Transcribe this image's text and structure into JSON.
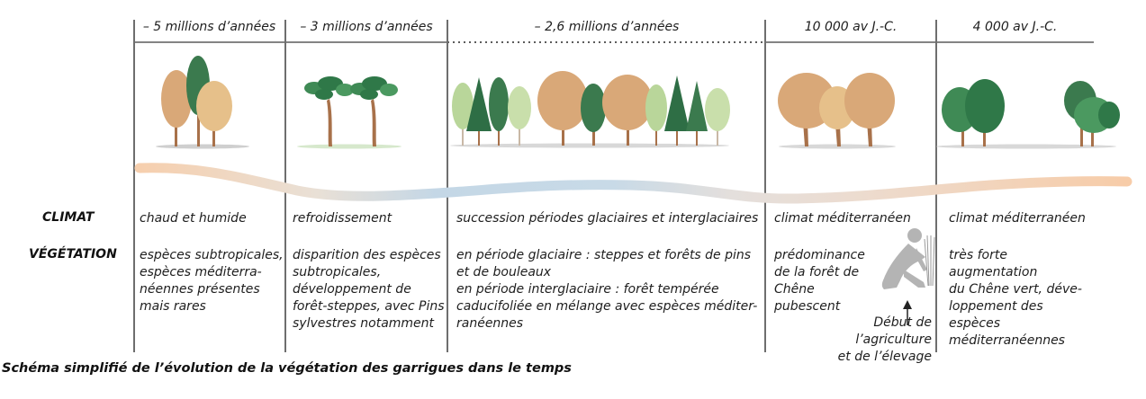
{
  "periods": [
    {
      "label": "– 5 millions d’années",
      "climat": "chaud et humide",
      "vegetation": "espèces subtropicales,\nespèces méditerra-\nnéennes présentes\nmais rares"
    },
    {
      "label": "– 3 millions d’années",
      "climat": "refroidissement",
      "vegetation": "disparition des espèces\nsubtropicales,\ndéveloppement de\nforêt-steppes, avec Pins\nsylvestres notamment"
    },
    {
      "label": "– 2,6 millions d’années",
      "climat": "succession périodes glaciaires et interglaciaires",
      "vegetation": "en période glaciaire : steppes et forêts de pins\net de bouleaux\nen période interglaciaire : forêt tempérée\ncaducifoliée en mélange avec espèces méditer-\nranéennes"
    },
    {
      "label": "10 000 av J.-C.",
      "climat": "climat méditerranéen",
      "vegetation": "prédominance\nde la forêt de\nChêne pubescent"
    },
    {
      "label": "4 000 av J.-C.",
      "climat": "climat méditerranéen",
      "vegetation": "très forte augmentation\ndu Chêne vert, déve-\nloppement des espèces\nméditerranéennes"
    }
  ],
  "row_labels": {
    "climat": "CLIMAT",
    "vegetation": "VÉGÉTATION"
  },
  "annotation": "Début de\nl’agriculture\net de l’élevage",
  "caption": "Schéma simplifié de l’évolution de la végétation des garrigues dans le temps",
  "colors": {
    "autumn": "#d9a878",
    "autumn_light": "#e6c08a",
    "dark_green": "#3b7a4e",
    "light_green": "#b9d69a",
    "trunk": "#a8714a",
    "dividers": "#6e6e6e",
    "climate_warm": "#f6cfae",
    "climate_cold": "#c2d6e6",
    "farmer": "#b4b4b4"
  }
}
